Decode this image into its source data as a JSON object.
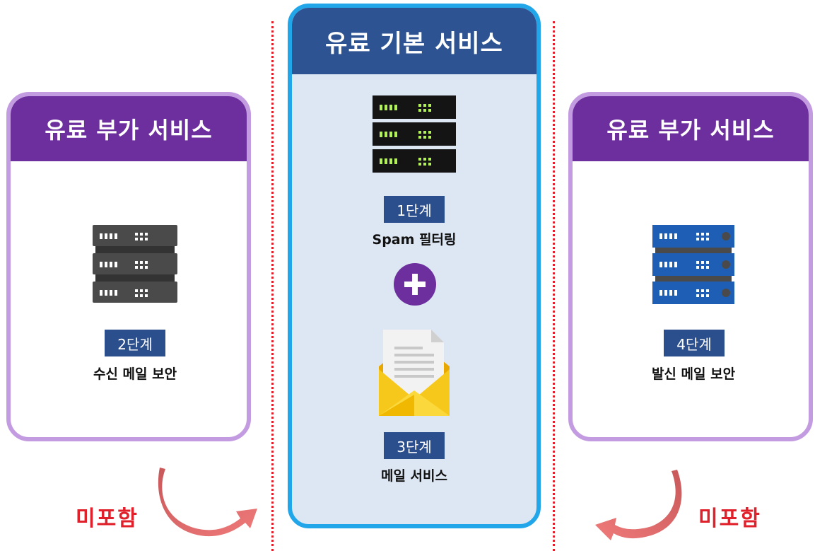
{
  "left_card": {
    "title": "유료 부가 서비스",
    "step_badge": "2단계",
    "step_label": "수신 메일 보안",
    "icon": "server-icon",
    "icon_color": "#4a4a4a"
  },
  "center_card": {
    "title": "유료 기본 서비스",
    "step1_badge": "1단계",
    "step1_label": "Spam 필터링",
    "step1_icon": "server-icon",
    "plus_icon": "plus-icon",
    "step3_badge": "3단계",
    "step3_label": "메일 서비스",
    "step3_icon": "mail-envelope-icon"
  },
  "right_card": {
    "title": "유료 부가 서비스",
    "step_badge": "4단계",
    "step_label": "발신 메일 보안",
    "icon": "server-icon",
    "icon_color": "#1e5fb5"
  },
  "left_note": "미포함",
  "right_note": "미포함",
  "colors": {
    "side_header": "#6d2f9e",
    "side_border": "#c39be0",
    "center_header": "#2d5393",
    "center_border": "#21a6ea",
    "center_bg": "#dde7f4",
    "badge": "#2b4e8c",
    "note_red": "#e0202a"
  }
}
